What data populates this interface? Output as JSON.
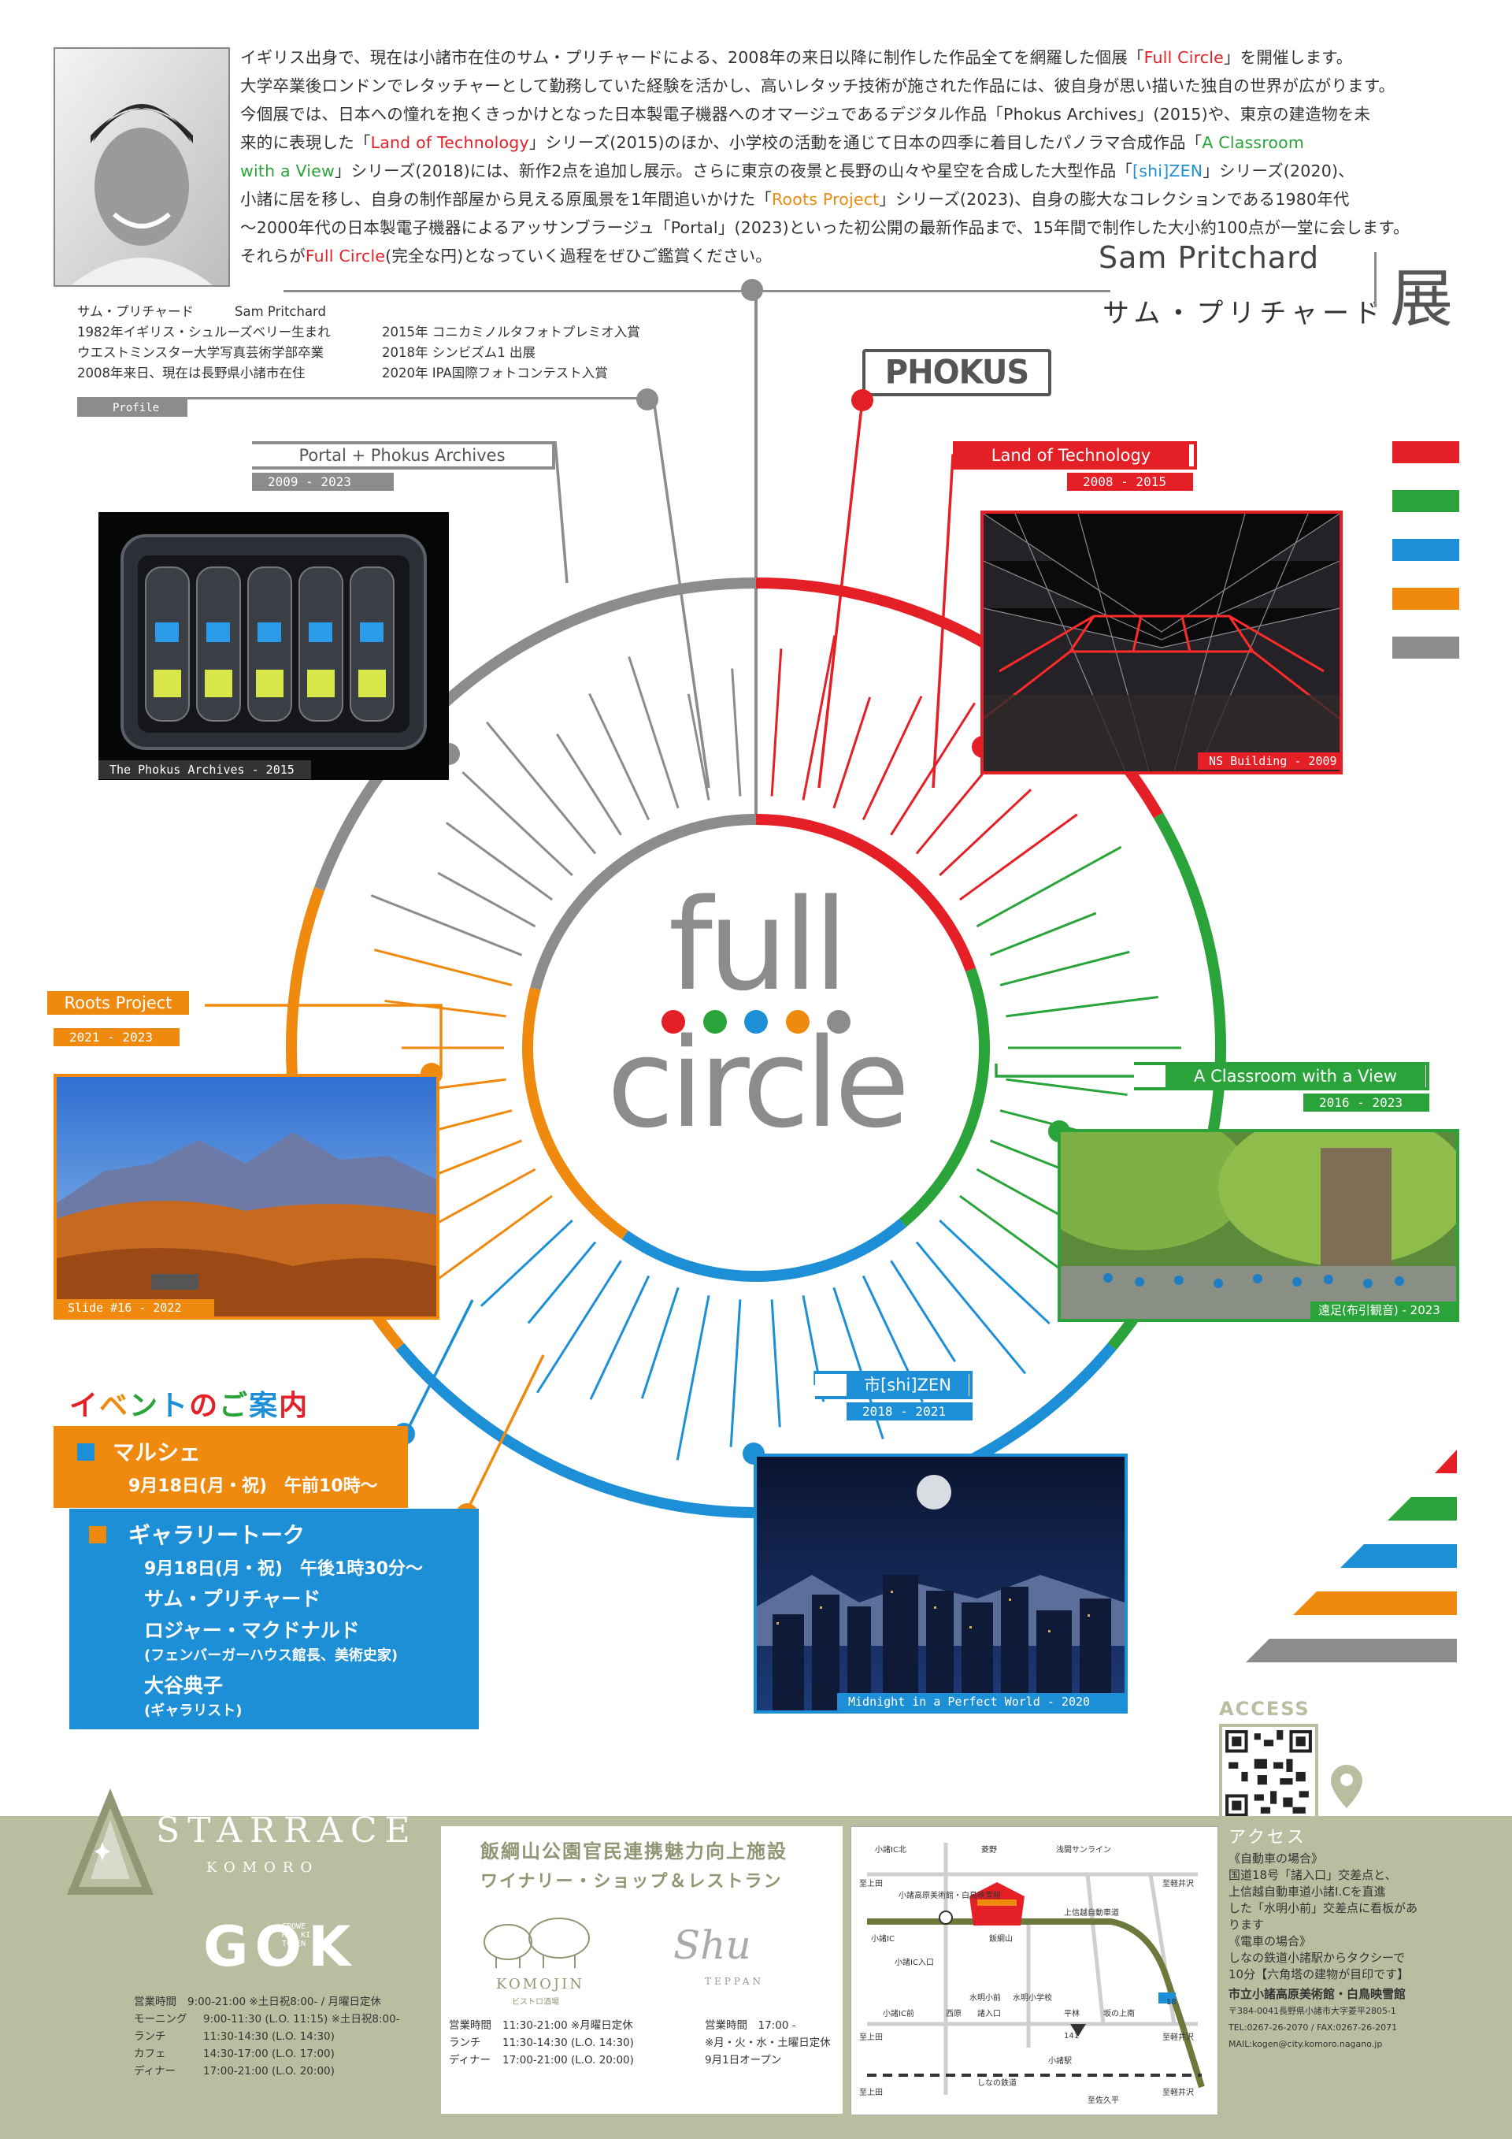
{
  "intro": {
    "line1a": "イギリス出身で、現在は小諸市在住のサム・プリチャードによる、2008年の来日以降に制作した作品全てを網羅した個展「",
    "line1b": "Full Circle",
    "line1c": "」を開催します。",
    "line2": "大学卒業後ロンドンでレタッチャーとして勤務していた経験を活かし、高いレタッチ技術が施された作品には、彼自身が思い描いた独自の世界が広がります。",
    "line3": "今個展では、日本への憧れを抱くきっかけとなった日本製電子機器へのオマージュであるデジタル作品「Phokus Archives」(2015)や、東京の建造物を未",
    "line4a": "来的に表現した「",
    "line4b": "Land of Technology",
    "line4c": "」シリーズ(2015)のほか、小学校の活動を通じて日本の四季に着目したパノラマ合成作品「",
    "line4d": "A Classroom",
    "line5a": "with a View",
    "line5b": "」シリーズ(2018)には、新作2点を追加し展示。さらに東京の夜景と長野の山々や星空を合成した大型作品「",
    "line5c": "[shi]ZEN",
    "line5d": "」シリーズ(2020)、",
    "line6a": "小諸に居を移し、自身の制作部屋から見える原風景を1年間追いかけた「",
    "line6b": "Roots Project",
    "line6c": "」シリーズ(2023)、自身の膨大なコレクションである1980年代",
    "line7": "〜2000年代の日本製電子機器によるアッサンブラージュ「Portal」(2023)といった初公開の最新作品まで、15年間で制作した大小約100点が一堂に会します。",
    "line8a": "それらが",
    "line8b": "Full Circle",
    "line8c": "(完全な円)となっていく過程をぜひご鑑賞ください。"
  },
  "artist": {
    "name_en": "Sam Pritchard",
    "name_jp": "サム・プリチャード",
    "exhibit_char": "展"
  },
  "profile": {
    "row1a": "サム・プリチャード",
    "row1b": "Sam Pritchard",
    "row2": "1982年イギリス・シュルーズベリー生まれ",
    "row3": "ウエストミンスター大学写真芸術学部卒業",
    "row4": "2008年来日、現在は長野県小諸市在住",
    "awards": [
      "2015年 コニカミノルタフォトプレミオ入賞",
      "2018年 シンビズム1 出展",
      "2020年 IPA国際フォトコンテスト入賞"
    ],
    "label": "Profile"
  },
  "logo_phokus": "PHOKUS",
  "center": {
    "line1": "full",
    "line2": "circle"
  },
  "center_dots": [
    "#e41f26",
    "#2aa43a",
    "#1d8fd6",
    "#ef8a0f",
    "#8c8c8c"
  ],
  "series": [
    {
      "id": "portal",
      "title": "Portal + Phokus Archives",
      "years": "2009 - 2023",
      "caption": "The Phokus Archives - 2015",
      "color": "#8c8c8c"
    },
    {
      "id": "land",
      "title": "Land of Technology",
      "years": "2008 - 2015",
      "caption": "NS Building - 2009",
      "color": "#e41f26"
    },
    {
      "id": "classroom",
      "title": "A Classroom with a View",
      "years": "2016 - 2023",
      "caption": "遠足(布引観音) - 2023",
      "color": "#2aa43a"
    },
    {
      "id": "shizen",
      "title": "市[shi]ZEN",
      "years": "2018 - 2021",
      "caption": "Midnight in a Perfect World - 2020",
      "color": "#1d8fd6"
    },
    {
      "id": "roots",
      "title": "Roots Project",
      "years": "2021 - 2023",
      "caption": "Slide #16 - 2022",
      "color": "#ef8a0f"
    }
  ],
  "legend_colors": [
    "#e41f26",
    "#2aa43a",
    "#1d8fd6",
    "#ef8a0f",
    "#8c8c8c"
  ],
  "events": {
    "heading": "イベントのご案内",
    "heading_colors": [
      "#e41f26",
      "#ef8a0f",
      "#2aa43a",
      "#1d8fd6",
      "#e41f26",
      "#2aa43a",
      "#1d8fd6",
      "#e41f26"
    ],
    "marche_title": "マルシェ",
    "marche_date": "9月18日(月・祝)　午前10時〜",
    "talk_title": "ギャラリートーク",
    "talk_date": "9月18日(月・祝)　午後1時30分〜",
    "speaker1": "サム・プリチャード",
    "speaker2": "ロジャー・マクドナルド",
    "speaker2_note": "(フェンバーガーハウス館長、美術史家)",
    "speaker3": "大谷典子",
    "speaker3_note": "(ギャラリスト)"
  },
  "footer": {
    "brand": "STARRACE",
    "brand_sub": "KOMORO",
    "gok": "GOK",
    "gok_side": "GROWER'S KITCHEN",
    "gok_hours": [
      [
        "営業時間",
        "9:00-21:00 ※土日祝8:00- / 月曜日定休"
      ],
      [
        "モーニング",
        "9:00-11:30 (L.O. 11:15) ※土日祝8:00-"
      ],
      [
        "ランチ",
        "11:30-14:30 (L.O. 14:30)"
      ],
      [
        "カフェ",
        "14:30-17:00 (L.O. 17:00)"
      ],
      [
        "ディナー",
        "17:00-21:00 (L.O. 20:00)"
      ]
    ],
    "facility_title": "飯綱山公園官民連携魅力向上施設",
    "facility_sub": "ワイナリー・ショップ＆レストラン",
    "komojin": "KOMOJIN",
    "komojin_sub": "ビストロ酒場",
    "komojin_hours": [
      [
        "営業時間",
        "11:30-21:00 ※月曜日定休"
      ],
      [
        "ランチ",
        "11:30-14:30 (L.O. 14:30)"
      ],
      [
        "ディナー",
        "17:00-21:00 (L.O. 20:00)"
      ]
    ],
    "teppan": "TEPPAN",
    "teppan_script": "Shu",
    "teppan_hours": [
      "営業時間　17:00 -",
      "※月・火・水・土曜日定休",
      "9月1日オープン"
    ],
    "map": {
      "labels": [
        "小諸IC北",
        "菱野",
        "浅間サンライン",
        "至上田",
        "至軽井沢",
        "小諸高原美術館・白鳥映雪館",
        "飯綱山",
        "上信越自動車道",
        "小諸IC",
        "小諸IC入口",
        "水明小前",
        "水明小学校",
        "小諸IC前",
        "西原",
        "諸入口",
        "平林",
        "坂の上南",
        "至上田",
        "至軽井沢",
        "小諸駅",
        "しなの鉄道",
        "至佐久平",
        "至上田",
        "至軽井沢",
        "18",
        "141"
      ]
    },
    "access_label": "ACCESS",
    "access_jp": "アクセス",
    "access_lines": [
      "《自動車の場合》",
      "国道18号「諸入口」交差点と、",
      "上信越自動車道小諸I.Cを直進",
      "した「水明小前」交差点に看板があ",
      "ります",
      "《電車の場合》",
      "しなの鉄道小諸駅からタクシーで",
      "10分【六角塔の建物が目印です】"
    ],
    "museum": "市立小諸高原美術館・白鳥映雪館",
    "address": "〒384-0041長野県小諸市大字菱平2805-1",
    "tel": "TEL:0267-26-2070 / FAX:0267-26-2071",
    "mail": "MAIL:kogen@city.komoro.nagano.jp"
  }
}
